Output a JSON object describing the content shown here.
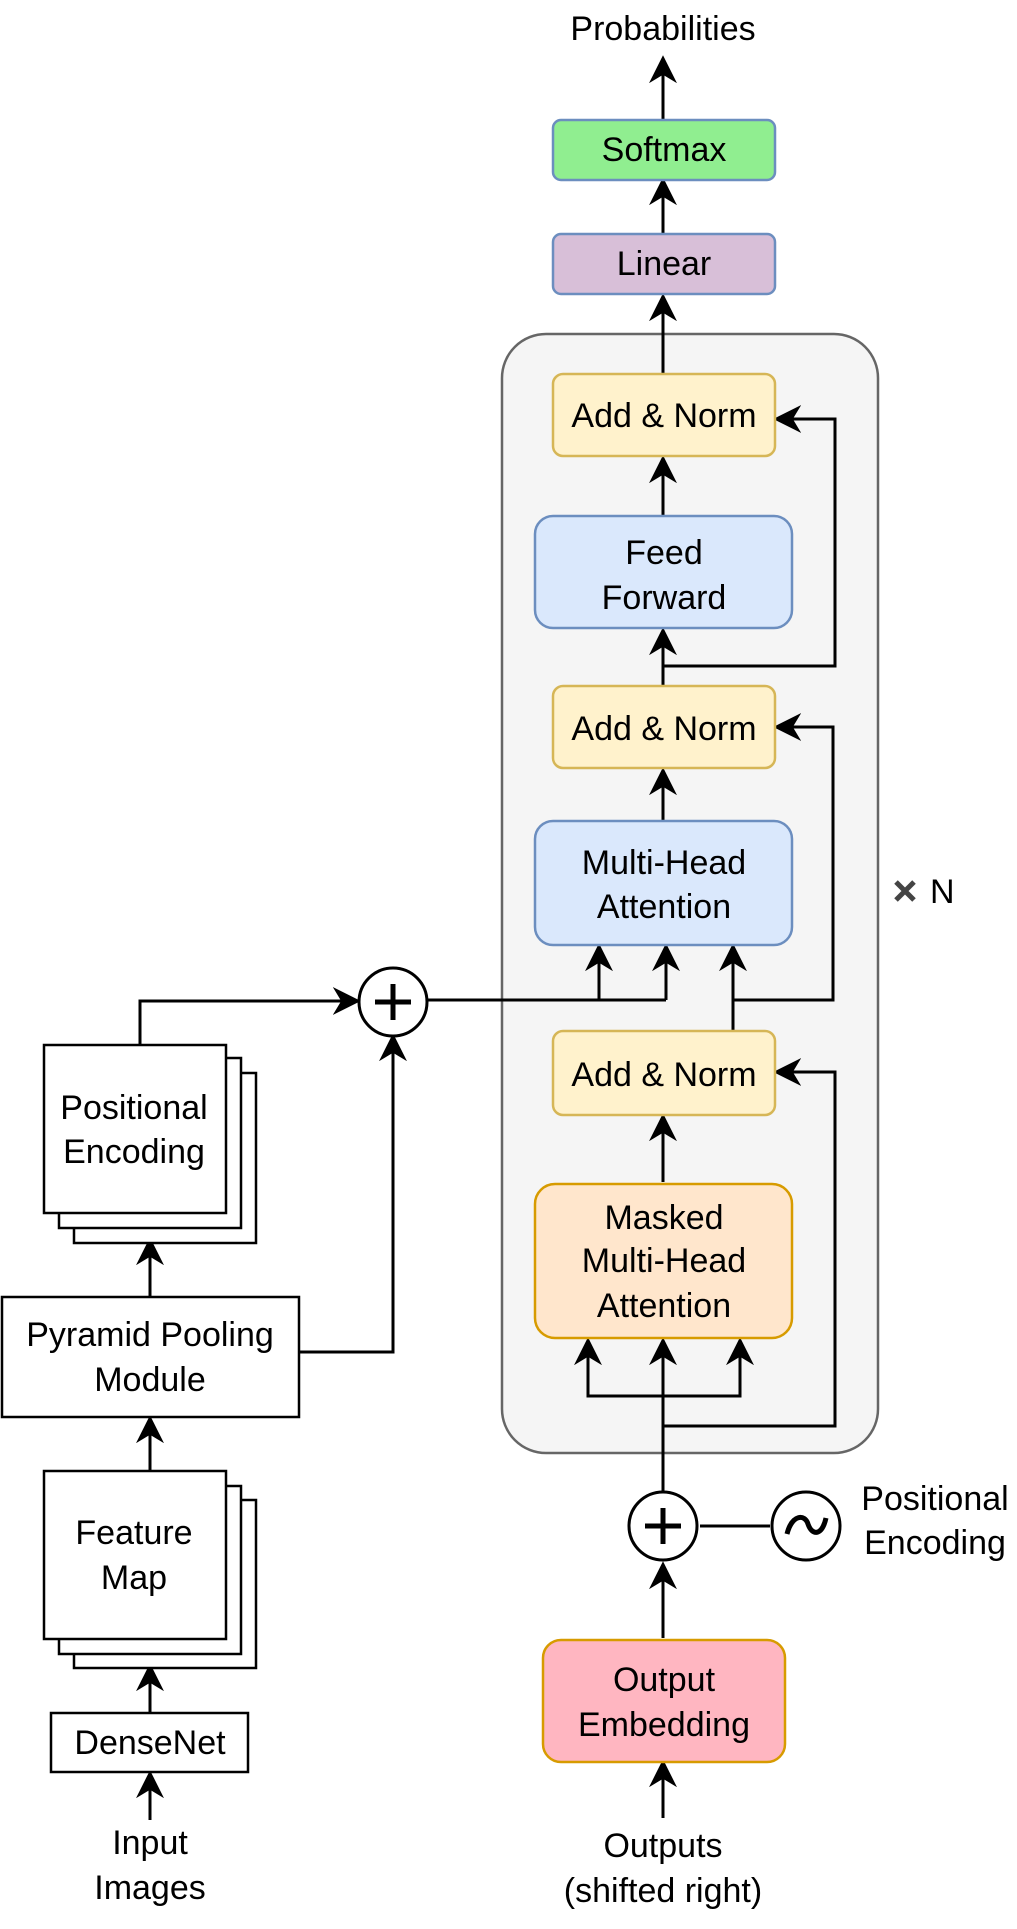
{
  "decoder": {
    "output_label": "Probabilities",
    "softmax": "Softmax",
    "linear": "Linear",
    "add_norm_top": "Add & Norm",
    "feed_forward": [
      "Feed",
      "Forward"
    ],
    "add_norm_mid": "Add & Norm",
    "multi_head_attention": [
      "Multi-Head",
      "Attention"
    ],
    "add_norm_bottom": "Add & Norm",
    "masked_attention": [
      "Masked",
      "Multi-Head",
      "Attention"
    ],
    "repeat_label": "N",
    "positional_encoding": [
      "Positional",
      "Encoding"
    ],
    "output_embedding": [
      "Output",
      "Embedding"
    ],
    "input_label": [
      "Outputs",
      "(shifted right)"
    ]
  },
  "encoder": {
    "positional_encoding": [
      "Positional",
      "Encoding"
    ],
    "pyramid_pooling": [
      "Pyramid Pooling",
      "Module"
    ],
    "feature_map": [
      "Feature",
      "Map"
    ],
    "densenet": "DenseNet",
    "input_label": [
      "Input",
      "Images"
    ]
  },
  "colors": {
    "softmax": "#90ee90",
    "linear": "#d8bfd8",
    "add_norm": "#fff2cc",
    "add_norm_stroke": "#d6b656",
    "blue_block": "#dae8fc",
    "blue_stroke": "#6c8ebf",
    "masked": "#ffe6cc",
    "masked_stroke": "#d79b00",
    "embedding": "#ffb6c1",
    "embedding_stroke": "#d79b00",
    "container": "#f5f5f5",
    "container_stroke": "#666666"
  }
}
